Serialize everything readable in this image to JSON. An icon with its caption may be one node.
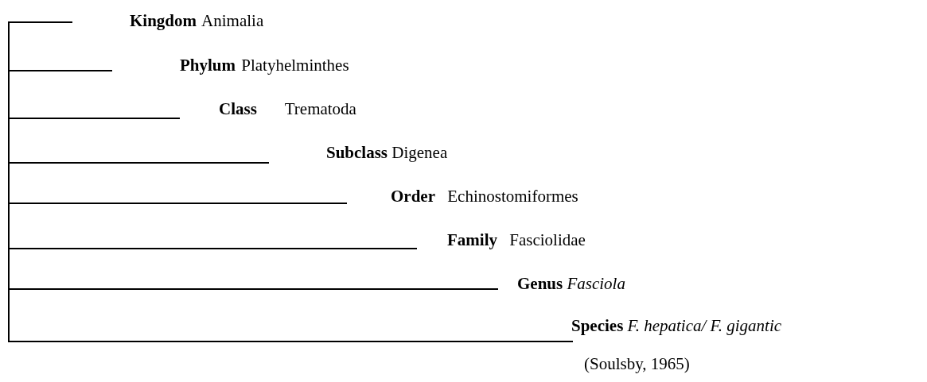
{
  "diagram": {
    "labels": [
      "**Kingdom** Animalia",
      "**Phylum** Platyhelminthes",
      "**Class** Trematoda",
      "**Subclass** Digenea",
      "**Order** Echinostomiformes",
      "**Family** Fasciolidae",
      "**Genus** *Fasciola*",
      "**Species** *F. hepatica/ F. gigantic*",
      "(Soulsby, 1965)"
    ]
  }
}
